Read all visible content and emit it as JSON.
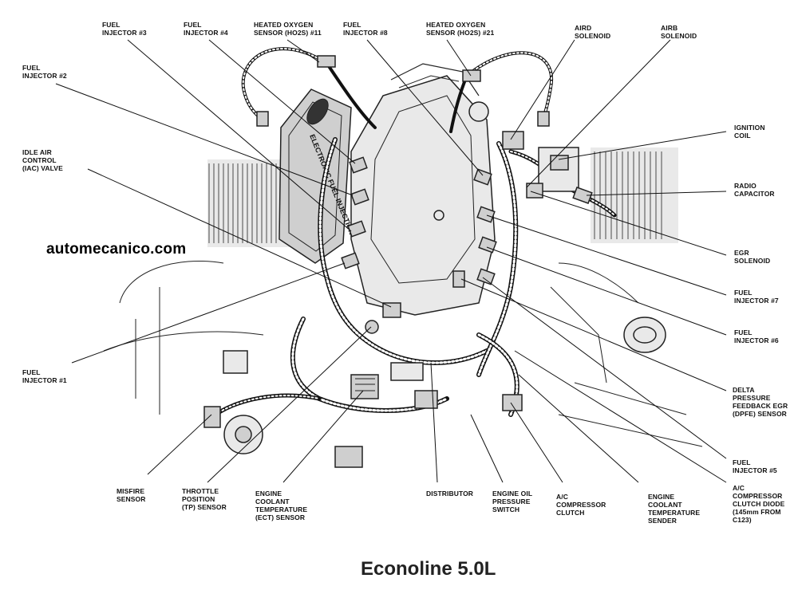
{
  "watermark": "automecanico.com",
  "caption": "Econoline 5.0L",
  "valve_cover_text": "ELECTRONIC FUEL INJECTION",
  "labels": {
    "fuel_injector_3": "FUEL\nINJECTOR #3",
    "fuel_injector_4": "FUEL\nINJECTOR #4",
    "ho2s_11": "HEATED OXYGEN\nSENSOR (HO2S) #11",
    "fuel_injector_8": "FUEL\nINJECTOR #8",
    "ho2s_21": "HEATED OXYGEN\nSENSOR (HO2S) #21",
    "aird_solenoid": "AIRD\nSOLENOID",
    "airb_solenoid": "AIRB\nSOLENOID",
    "fuel_injector_2": "FUEL\nINJECTOR #2",
    "idle_air_control": "IDLE AIR\nCONTROL\n(IAC) VALVE",
    "ignition_coil": "IGNITION\nCOIL",
    "radio_capacitor": "RADIO\nCAPACITOR",
    "egr_solenoid": "EGR\nSOLENOID",
    "fuel_injector_7": "FUEL\nINJECTOR #7",
    "fuel_injector_6": "FUEL\nINJECTOR #6",
    "fuel_injector_1": "FUEL\nINJECTOR #1",
    "dpfe_sensor": "DELTA\nPRESSURE\nFEEDBACK EGR\n(DPFE) SENSOR",
    "fuel_injector_5": "FUEL\nINJECTOR #5",
    "misfire_sensor": "MISFIRE\nSENSOR",
    "tp_sensor": "THROTTLE\nPOSITION\n(TP) SENSOR",
    "ect_sensor": "ENGINE\nCOOLANT\nTEMPERATURE\n(ECT) SENSOR",
    "distributor": "DISTRIBUTOR",
    "oil_pressure_switch": "ENGINE OIL\nPRESSURE\nSWITCH",
    "ac_clutch": "A/C\nCOMPRESSOR\nCLUTCH",
    "ect_sender": "ENGINE\nCOOLANT\nTEMPERATURE\nSENDER",
    "ac_clutch_diode": "A/C\nCOMPRESSOR\nCLUTCH DIODE\n(145mm FROM\nC123)"
  }
}
